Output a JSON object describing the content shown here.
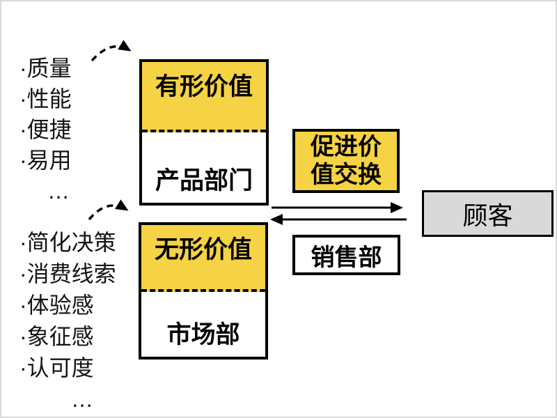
{
  "slide": {
    "background": "#ffffff",
    "edge_border_color": "#d9d9d9"
  },
  "colors": {
    "highlight_yellow": "#f6d344",
    "customer_gray": "#d9d9d9",
    "stroke_black": "#000000",
    "text_black": "#141414"
  },
  "tangible_attributes": {
    "items": [
      "·质量",
      "·性能",
      "·便捷",
      "·易用",
      "…"
    ]
  },
  "intangible_attributes": {
    "items": [
      "·简化决策",
      "·消费线索",
      "·体验感",
      "·象征感",
      "·认可度",
      "…"
    ]
  },
  "tangible_value_box": {
    "title": "有形价值",
    "department": "产品部门"
  },
  "intangible_value_box": {
    "title": "无形价值",
    "department": "市场部"
  },
  "promote_exchange_box": {
    "line1": "促进价",
    "line2": "值交换"
  },
  "sales_box": {
    "label": "销售部"
  },
  "customer_box": {
    "label": "顾客"
  },
  "icons": {
    "top_dashed_arrow": "curved-dashed-arrow",
    "bottom_dashed_arrow": "curved-dashed-arrow",
    "to_customer_arrow": "right-arrow",
    "from_customer_arrow": "left-arrow"
  }
}
